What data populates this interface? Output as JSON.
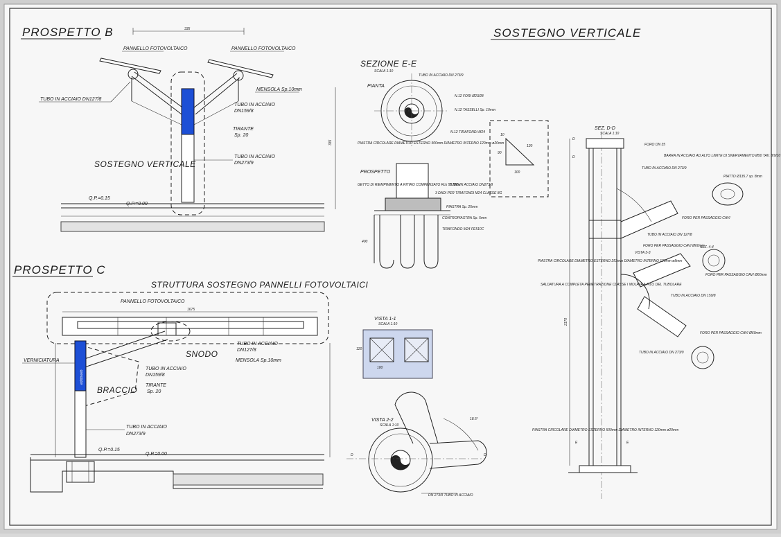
{
  "colors": {
    "paper": "#f7f7f7",
    "frame": "#bfbfbf",
    "ink": "#1a1a1a",
    "blue": "#1d4fd6"
  },
  "titles": {
    "prospetto_b": "PROSPETTO B",
    "sostegno_verticale_main": "SOSTEGNO VERTICALE",
    "prospetto_c": "PROSPETTO C"
  },
  "prospetto_b": {
    "dim_top": "335",
    "pannello_left": "PANNELLO FOTOVOLTAICO",
    "pannello_right": "PANNELLO FOTOVOLTAICO",
    "tubo_left": "TUBO IN ACCIAIO DN127/8",
    "mensola": "MENSOLA Sp.10mm",
    "tubo_mid_1": "TUBO IN ACCIAIO",
    "tubo_mid_2": "DN159/8",
    "tirante_1": "TIRANTE",
    "tirante_2": "Sp. 20",
    "tubo_low_1": "TUBO IN ACCIAIO",
    "tubo_low_2": "DN273/9",
    "sostegno": "SOSTEGNO VERTICALE",
    "qp1": "Q.P.=0.15",
    "qp2": "Q.P.=0.00",
    "dim_right": "335"
  },
  "prospetto_c": {
    "struttura": "STRUTTURA SOSTEGNO PANNELLI FOTOVOLTAICI",
    "pannello": "PANNELLO FOTOVOLTAICO",
    "dim_top": "1675",
    "snodo": "SNODO",
    "tubo_right_1": "TUBO IN ACCIAIO",
    "tubo_right_2": "DN127/8",
    "mensola": "MENSOLA Sp.10mm",
    "verniciatura": "VERNICIATURA",
    "tubo_mid_1": "TUBO IN ACCIAIO",
    "tubo_mid_2": "DN159/8",
    "tirante_1": "TIRANTE",
    "tirante_2": "Sp. 20",
    "braccio": "BRACCIO",
    "tubo_low_1": "TUBO IN ACCIAIO",
    "tubo_low_2": "DN273/9",
    "qp1": "Q.P.=0.15",
    "qp2": "Q.P.=0.00",
    "brand": "edidoweb"
  },
  "sezione_ee": {
    "title": "SEZIONE E-E",
    "scale": "SCALA 1:10",
    "pianta": "PIANTA",
    "prospetto": "PROSPETTO",
    "tubo": "TUBO IN ACCIAIO DN 273/9",
    "fori": "N.12 FORI Ø23/28",
    "tasselli": "N.12 TASSELLI Sp. 10mm",
    "tirafondi": "N.12 TIRAFONDI M24",
    "piastra": "PIASTRA CIRCOLARE DIAMETRO ESTERNO 500mm DIAMETRO INTERNO 120mm ø20mm",
    "getto": "GETTO DI RIEMPIMENTO A RITIRO COMPENSATO Rck 50 MPa",
    "tubo_dn": "TUBO IN ACCIAIO DN273/9",
    "dadi": "3 DADI PER TIRAFONDI M24 CLASSE 8G",
    "piastra_sp": "PIASTRA Sp. 25mm",
    "contropiastra": "CONTROPIASTRA Sp. 5mm",
    "tirafondo": "TIRAFONDO M24 FE510C",
    "dim_400": "400"
  },
  "detail_box": {
    "d1": "10",
    "d2": "90",
    "d3": "120",
    "d4": "100"
  },
  "vista11": {
    "title": "VISTA 1-1",
    "scale": "SCALA 1:10",
    "d1": "100",
    "d2": "120"
  },
  "vista22": {
    "title": "VISTA 2-2",
    "scale": "SCALA 1:10",
    "label": "DN 273/9 TUBO IN ACCIAIO",
    "angle": "18.5°",
    "d": "D"
  },
  "sez_dd": {
    "title": "SEZ. D-D",
    "scale": "SCALA 1:10",
    "foro": "FORO DN 35",
    "barra": "BARRA IN ACCIAIO AD ALTO LIMITE DI SNERVAMENTO Ø50 TAV. 8/9/10",
    "tubo_top": "TUBO IN ACCIAIO DN 273/9",
    "piatto": "PIATTO Ø135.7 sp. 8mm",
    "foro_cavi_1": "FORO PER PASSAGGIO CAVI",
    "tubo_127": "TUBO IN ACCIAIO DN 127/8",
    "foro_cavi_2": "FORO PER PASSAGGIO CAVI Ø60mm",
    "sez44": "SEZ. 4-4",
    "vista33": "VISTA 3-3",
    "piastra": "PIASTRA CIRCOLARE DIAMETRO ESTERNO 253mm DIAMETRO INTERNO 120mm ø8mm",
    "saldatura": "SALDATURA A COMPLETA PENETRAZIONE CLASSE I MOLATA A FILO DEL TUBOLARE",
    "tubo_159": "TUBO IN ACCIAIO DN 159/8",
    "foro_cavi_3": "FORO PER PASSAGGIO CAVI Ø60mm",
    "foro_cavi_4": "FORO PER PASSAGGIO CAVI Ø60mm",
    "tubo_mid": "TUBO IN ACCIAIO DN 273/9",
    "piastra_bot": "PIASTRA CIRCOLARE DIAMETRO ESTERNO 500mm DIAMETRO INTERNO 120mm ø20mm",
    "e": "E",
    "d": "D",
    "dim_2170": "2170"
  }
}
